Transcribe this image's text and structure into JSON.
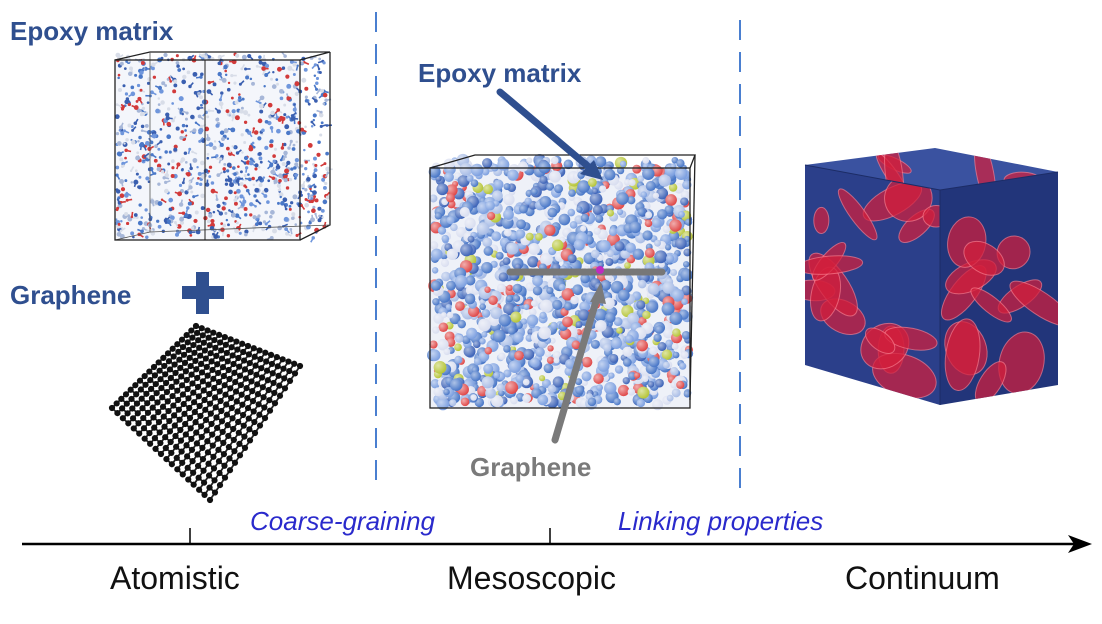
{
  "labels": {
    "atomistic_epoxy": "Epoxy matrix",
    "atomistic_graphene": "Graphene",
    "meso_epoxy": "Epoxy matrix",
    "meso_graphene": "Graphene"
  },
  "arrow_labels": {
    "coarse_graining": "Coarse-graining",
    "linking_properties": "Linking properties"
  },
  "scale_labels": {
    "atomistic": "Atomistic",
    "mesoscopic": "Mesoscopic",
    "continuum": "Continuum"
  },
  "colors": {
    "label_blue": "#2f4f8f",
    "link_blue": "#2a2acc",
    "graphene_grey": "#7a7a7a",
    "continuum_cube": "#2b3f8a",
    "disc_red": "#d21f3c"
  }
}
